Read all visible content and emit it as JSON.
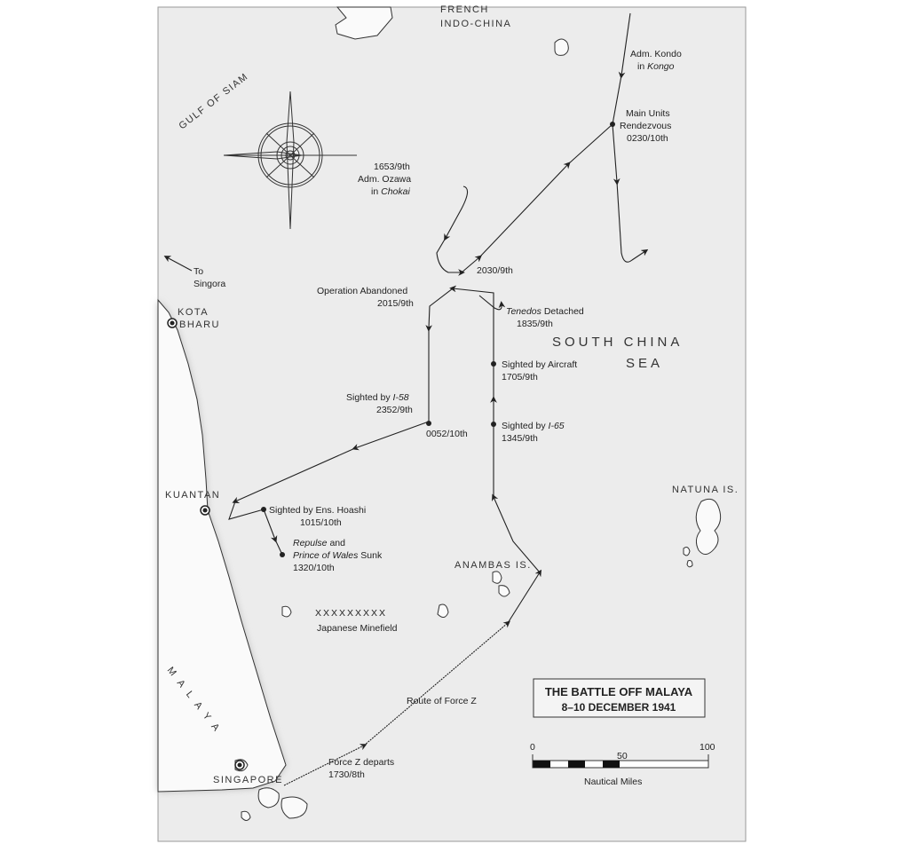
{
  "map": {
    "title": "THE BATTLE OFF MALAYA",
    "subtitle": "8–10 DECEMBER 1941",
    "scale": {
      "start": "0",
      "mid": "50",
      "end": "100",
      "unit": "Nautical Miles"
    },
    "regions": {
      "french_indochina_1": "FRENCH",
      "french_indochina_2": "INDO-CHINA",
      "gulf": "GULF OF SIAM",
      "sea_1": "SOUTH CHINA",
      "sea_2": "SEA",
      "malaya": "MALAYA",
      "natuna": "NATUNA IS.",
      "anambas": "ANAMBAS IS.",
      "minefield": "Japanese Minefield",
      "minefield_marks": "XXXXXXXXX"
    },
    "places": {
      "kota_bharu_1": "KOTA",
      "kota_bharu_2": "BHARU",
      "kuantan": "KUANTAN",
      "singapore": "SINGAPORE",
      "singora_1": "To",
      "singora_2": "Singora"
    },
    "events": {
      "kondo_1": "Adm. Kondo",
      "kondo_2": "in",
      "kondo_ship": "Kongo",
      "rendezvous_1": "Main Units",
      "rendezvous_2": "Rendezvous",
      "rendezvous_3": "0230/10th",
      "ozawa_time": "1653/9th",
      "ozawa_1": "Adm. Ozawa",
      "ozawa_2": "in",
      "ozawa_ship": "Chokai",
      "t2030": "2030/9th",
      "abandoned_1": "Operation Abandoned",
      "abandoned_2": "2015/9th",
      "tenedos_ship": "Tenedos",
      "tenedos_1": " Detached",
      "tenedos_2": "1835/9th",
      "aircraft_1": "Sighted by Aircraft",
      "aircraft_2": "1705/9th",
      "i58_1": "Sighted by ",
      "i58_sub": "I-58",
      "i58_2": "2352/9th",
      "i65_1": "Sighted by ",
      "i65_sub": "I-65",
      "i65_2": "1345/9th",
      "t0052": "0052/10th",
      "hoashi_1": "Sighted by Ens. Hoashi",
      "hoashi_2": "1015/10th",
      "sunk_ship1": "Repulse",
      "sunk_1": " and",
      "sunk_ship2": "Prince of Wales",
      "sunk_2": " Sunk",
      "sunk_3": "1320/10th",
      "route": "Route of Force Z",
      "depart_1": "Force Z departs",
      "depart_2": "1730/8th"
    },
    "colors": {
      "sea": "#ececec",
      "land": "#fafafa",
      "ink": "#222222"
    }
  }
}
